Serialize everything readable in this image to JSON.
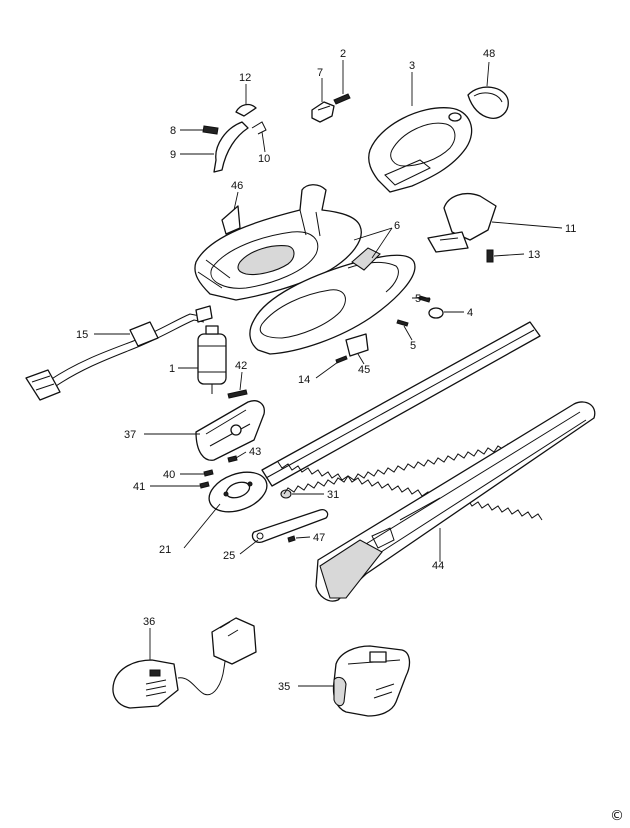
{
  "callouts": {
    "c48": "48",
    "c2": "2",
    "c7": "7",
    "c3": "3",
    "c12": "12",
    "c8": "8",
    "c9": "9",
    "c10": "10",
    "c46": "46",
    "c6": "6",
    "c11": "11",
    "c13": "13",
    "c5a": "5",
    "c4": "4",
    "c5b": "5",
    "c15": "15",
    "c1": "1",
    "c42": "42",
    "c14": "14",
    "c45": "45",
    "c37": "37",
    "c43": "43",
    "c40": "40",
    "c41": "41",
    "c31": "31",
    "c21": "21",
    "c25": "25",
    "c47": "47",
    "c44": "44",
    "c36": "36",
    "c35": "35"
  },
  "copyright_symbol": "©"
}
